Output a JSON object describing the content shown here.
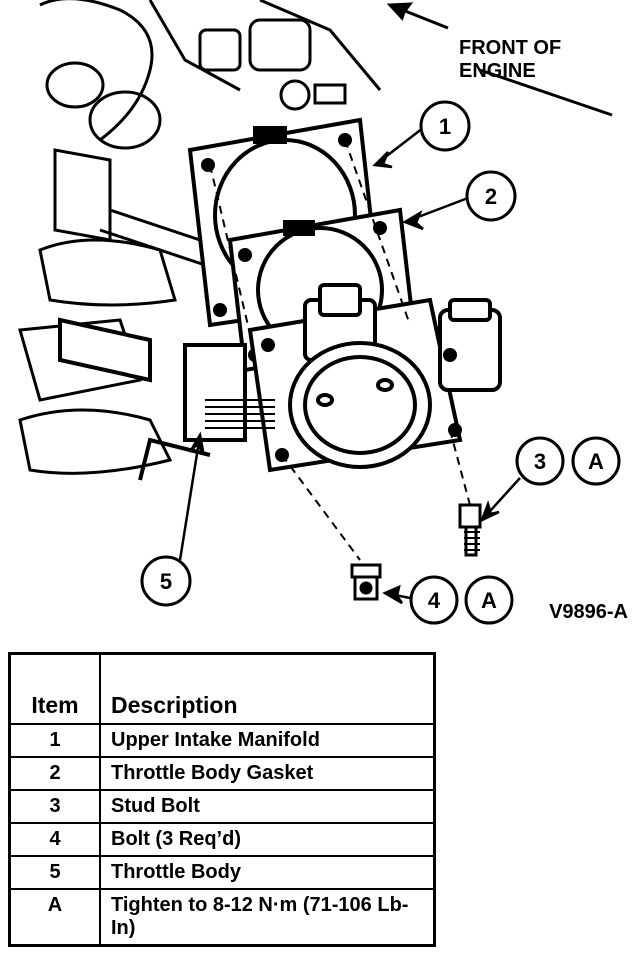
{
  "diagram": {
    "front_label_line1": "FRONT OF",
    "front_label_line2": "ENGINE",
    "figure_code": "V9896-A",
    "callouts": [
      {
        "id": "1",
        "text": "1"
      },
      {
        "id": "2",
        "text": "2"
      },
      {
        "id": "3",
        "text": "3"
      },
      {
        "id": "3A",
        "text": "A"
      },
      {
        "id": "4",
        "text": "4"
      },
      {
        "id": "4A",
        "text": "A"
      },
      {
        "id": "5",
        "text": "5"
      }
    ]
  },
  "legend": {
    "headers": {
      "item": "Item",
      "description": "Description"
    },
    "rows": [
      {
        "item": "1",
        "description": "Upper Intake Manifold"
      },
      {
        "item": "2",
        "description": "Throttle Body Gasket"
      },
      {
        "item": "3",
        "description": "Stud Bolt"
      },
      {
        "item": "4",
        "description": "Bolt (3 Req’d)"
      },
      {
        "item": "5",
        "description": "Throttle Body"
      },
      {
        "item": "A",
        "description": "Tighten to 8-12 N·m (71-106 Lb-In)"
      }
    ]
  }
}
